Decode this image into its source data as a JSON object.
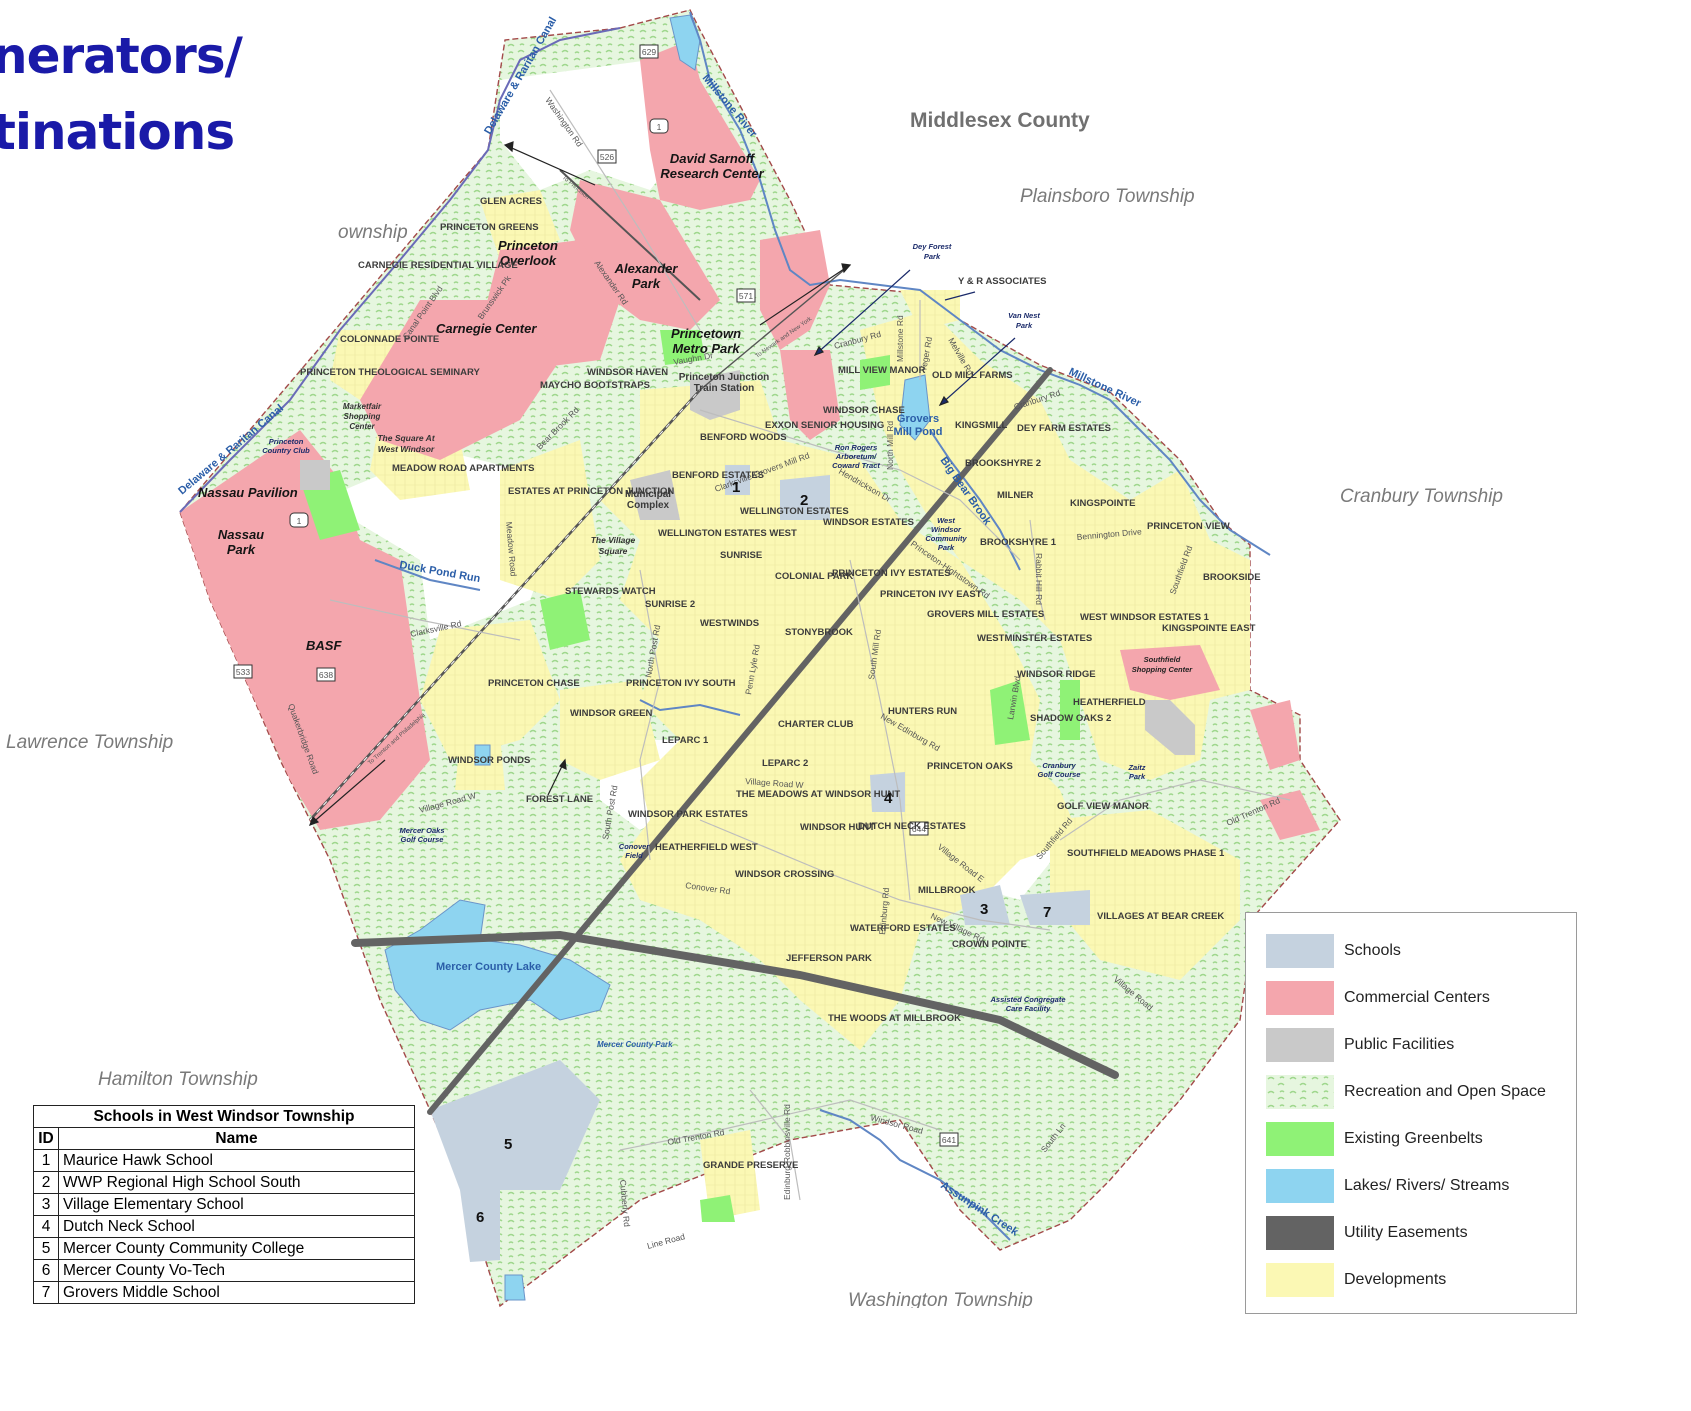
{
  "title": {
    "line1": "nerators/",
    "line2": "tinations"
  },
  "neighbors": {
    "middlesex": "Middlesex County",
    "plainsboro": "Plainsboro Township",
    "cranbury": "Cranbury Township",
    "lawrence": "Lawrence Township",
    "hamilton": "Hamilton Township",
    "washington": "Washington Township",
    "township_partial": "ownship"
  },
  "places": {
    "david_sarnoff": [
      "David Sarnoff",
      "Research Center"
    ],
    "princeton_overlook": [
      "Princeton",
      "Overlook"
    ],
    "alexander_park": [
      "Alexander",
      "Park"
    ],
    "carnegie_center": "Carnegie Center",
    "princetown_metro": [
      "Princetown",
      "Metro Park"
    ],
    "nassau_pavilion": "Nassau Pavilion",
    "nassau_park": [
      "Nassau",
      "Park"
    ],
    "basf": "BASF",
    "train_station": [
      "Princeton Junction",
      "Train Station"
    ],
    "municipal": [
      "Municipal",
      "Complex"
    ],
    "groves_mill_pond": [
      "Grovers",
      "Mill Pond"
    ],
    "mercer_lake": "Mercer County Lake",
    "mercer_park": "Mercer County Park",
    "duck_pond_run": "Duck Pond Run",
    "millstone_1": "Millstone River",
    "millstone_2": "Millstone River",
    "canal_1": "Delaware & Raritan Canal",
    "canal_2": "Delaware & Raritan Canal",
    "big_bear_brook": "Big Bear Brook",
    "assunpink": "Assunpink Creek"
  },
  "neighborhoods": [
    "GLEN ACRES",
    "PRINCETON GREENS",
    "CARNEGIE RESIDENTIAL VILLAGE",
    "COLONNADE POINTE",
    "PRINCETON THEOLOGICAL SEMINARY",
    "WINDSOR HAVEN",
    "MAYCHO BOOTSTRAPS",
    "MILL VIEW MANOR",
    "OLD MILL FARMS",
    "WINDSOR CHASE",
    "KINGSMILL",
    "DEY FARM ESTATES",
    "BENFORD WOODS",
    "EXXON SENIOR HOUSING",
    "BROOKSHYRE 2",
    "BENFORD ESTATES",
    "ESTATES AT PRINCETON JUNCTION",
    "MILNER",
    "KINGSPOINTE",
    "WELLINGTON ESTATES",
    "WINDSOR ESTATES",
    "BROOKSHYRE 1",
    "PRINCETON VIEW",
    "WELLINGTON ESTATES WEST",
    "SUNRISE",
    "STEWARDS WATCH",
    "COLONIAL PARK",
    "PRINCETON IVY ESTATES",
    "BROOKSIDE",
    "SUNRISE 2",
    "PRINCETON IVY EAST",
    "GROVERS MILL ESTATES",
    "WEST WINDSOR ESTATES 1",
    "KINGSPOINTE EAST",
    "WESTWINDS",
    "STONYBROOK",
    "WESTMINSTER ESTATES",
    "WINDSOR RIDGE",
    "PRINCETON CHASE",
    "PRINCETON IVY SOUTH",
    "HEATHERFIELD",
    "WINDSOR GREEN",
    "HUNTERS RUN",
    "SHADOW OAKS 2",
    "CHARTER CLUB",
    "LEPARC 1",
    "WINDSOR PONDS",
    "LEPARC 2",
    "PRINCETON OAKS",
    "THE MEADOWS AT WINDSOR HUNT",
    "FOREST LANE",
    "GOLF VIEW MANOR",
    "WINDSOR PARK ESTATES",
    "WINDSOR HUNT",
    "DUTCH NECK ESTATES",
    "HEATHERFIELD WEST",
    "SOUTHFIELD MEADOWS PHASE 1",
    "WINDSOR CROSSING",
    "MILLBROOK",
    "VILLAGES AT BEAR CREEK",
    "WATERFORD ESTATES",
    "CROWN POINTE",
    "JEFFERSON PARK",
    "THE WOODS AT MILLBROOK",
    "GRANDE PRESERVE",
    "Y & R ASSOCIATES",
    "MEADOW ROAD APARTMENTS"
  ],
  "small_labels": {
    "dey_forest": [
      "Dey Forest",
      "Park"
    ],
    "van_nest": [
      "Van Nest",
      "Park"
    ],
    "marketfair": [
      "Marketfair",
      "Shopping",
      "Center"
    ],
    "square": [
      "The Square At",
      "West Windsor"
    ],
    "country_club": [
      "Princeton",
      "Country Club"
    ],
    "village_square": [
      "The Village",
      "Square"
    ],
    "ron_rogers": [
      "Ron Rogers",
      "Arboretum/",
      "Coward Tract"
    ],
    "ww_park": [
      "West",
      "Windsor",
      "Community",
      "Park"
    ],
    "southfield_shop": [
      "Southfield",
      "Shopping Center"
    ],
    "cranbury_golf": [
      "Cranbury",
      "Golf Course"
    ],
    "zaitz": [
      "Zaitz",
      "Park"
    ],
    "mercer_oaks": [
      "Mercer Oaks",
      "Golf Course"
    ],
    "conover": [
      "Conover",
      "Field"
    ],
    "assisted": [
      "Assisted Congregate",
      "Care Facility"
    ]
  },
  "roads": {
    "washington_rd": "Washington Rd",
    "alexander_rd": "Alexander Rd",
    "canal_pt": "Canal Point Blvd",
    "brunswick": "Brunswick Pk",
    "bear_brook": "Bear Brook Rd",
    "meadow": "Meadow Road",
    "clarksville": "Clarksville Rd",
    "north_post": "North Post Rd",
    "penn_lyle": "Penn Lyle Rd",
    "south_mill": "South Mill Rd",
    "village_w": "Village Road W",
    "village_w2": "Village Road W",
    "south_post": "South Post Rd",
    "conover_rd": "Conover Rd",
    "edinburg": "Edinburg Rd",
    "new_village": "New Village Rd",
    "village_e": "Village Road E",
    "old_trenton": "Old Trenton Rd",
    "old_trenton2": "Old Trenton Rd",
    "windsor": "Windsor Road",
    "south_ln": "South Ln",
    "line_road": "Line Road",
    "cubberly": "Cubberly Rd",
    "edinburg_rob": "Edinburg-Robbinsville Rd",
    "cranbury_rd": "Cranbury Rd",
    "cranbury_rd2": "Cranbury Rd",
    "millstone_rd": "Millstone Rd",
    "yeger": "Yeger Rd",
    "melville": "Melville Rd",
    "rabbit": "Rabbit Hill Rd",
    "princeton_hightstown": "Princeton-Hightstown Rd",
    "hendrickson": "Hendrickson Dr",
    "groves_mill_rd": "Clarksville-Grovers Mill Rd",
    "bennington": "Bennington Drive",
    "southfield": "Southfield Rd",
    "southfield2": "Southfield Rd",
    "new_edinburg": "New Edinburg Rd",
    "quaker": "Quakerbridge Road",
    "village_rd2": "Village Road",
    "vaughn": "Vaughn Dr",
    "to_princeton": "To Princeton",
    "to_newark": "To Newark and New York",
    "to_trenton": "To Trenton and Philadelphia",
    "north_mill": "North Mill Rd",
    "latwin": "Larwin Blvd"
  },
  "shields": [
    "629",
    "1",
    "526",
    "571",
    "1",
    "533",
    "638",
    "644",
    "641"
  ],
  "school_markers": [
    "1",
    "2",
    "3",
    "4",
    "5",
    "6",
    "7"
  ],
  "legend": [
    {
      "label": "Schools",
      "color": "#c5d2df"
    },
    {
      "label": "Commercial Centers",
      "color": "#f4a6ad"
    },
    {
      "label": "Public Facilities",
      "color": "#c9c9c9"
    },
    {
      "label": "Recreation and Open Space",
      "color": "#cdeec2"
    },
    {
      "label": "Existing Greenbelts",
      "color": "#8ff276"
    },
    {
      "label": "Lakes/ Rivers/ Streams",
      "color": "#8ed4f0"
    },
    {
      "label": "Utility Easements",
      "color": "#636363"
    },
    {
      "label": "Developments",
      "color": "#fbf8b4"
    }
  ],
  "schools_table": {
    "caption": "Schools in West Windsor Township",
    "col_id": "ID",
    "col_name": "Name",
    "rows": [
      {
        "id": "1",
        "name": "Maurice Hawk School"
      },
      {
        "id": "2",
        "name": "WWP Regional High School South"
      },
      {
        "id": "3",
        "name": "Village Elementary School"
      },
      {
        "id": "4",
        "name": "Dutch Neck School"
      },
      {
        "id": "5",
        "name": "Mercer County Community College"
      },
      {
        "id": "6",
        "name": "Mercer County Vo-Tech"
      },
      {
        "id": "7",
        "name": "Grovers Middle School"
      }
    ]
  }
}
